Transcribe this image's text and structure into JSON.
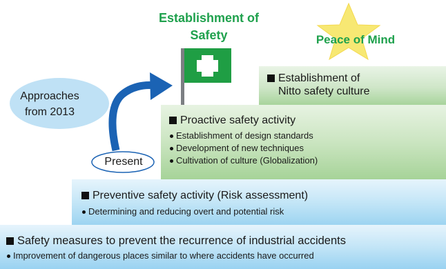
{
  "titles": {
    "safety": [
      "Establishment of",
      "Safety"
    ],
    "peace": "Peace of Mind"
  },
  "approaches": [
    "Approaches",
    "from 2013"
  ],
  "present": "Present",
  "blocks": {
    "culture": {
      "heading": [
        "Establishment of",
        "Nitto safety culture"
      ]
    },
    "proactive": {
      "heading": "Proactive safety activity",
      "bullets": [
        "Establishment of design standards",
        "Development of new techniques",
        "Cultivation of culture (Globalization)"
      ]
    },
    "preventive": {
      "heading": "Preventive safety activity (Risk assessment)",
      "bullets": [
        "Determining and reducing overt and potential risk"
      ]
    },
    "recurrence": {
      "heading": "Safety measures to prevent the recurrence of industrial accidents",
      "bullets": [
        "Improvement of dangerous places similar to where accidents have occurred"
      ]
    }
  },
  "colors": {
    "accent_green": "#1fa14d",
    "flag_green": "#1f9e44",
    "star_yellow": "#f7e873",
    "ellipse_blue": "#bfe1f5",
    "arrow_blue": "#1b63b4"
  },
  "icons": {
    "flag": "green-flag-white-cross-icon",
    "star": "yellow-star-icon",
    "arrow": "curved-arrow-icon"
  }
}
